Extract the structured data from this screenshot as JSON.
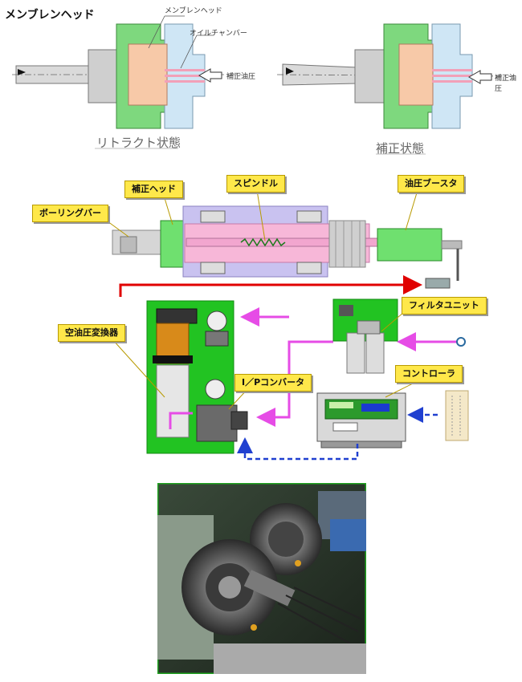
{
  "top": {
    "title": "メンブレンヘッド",
    "label_membrane": "メンブレンヘッド",
    "label_oil_chamber": "オイルチャンバー",
    "label_corr_left": "補正油圧",
    "label_corr_right": "補正油圧",
    "caption_retract": "リトラクト状態",
    "caption_correct": "補正状態"
  },
  "callouts": {
    "correction_head": "補正ヘッド",
    "spindle": "スピンドル",
    "oil_booster": "油圧ブースタ",
    "boring_bar": "ボーリングバー",
    "filter_unit": "フィルタユニット",
    "air_oil_converter": "空油圧変換器",
    "ip_converter": "I／Pコンバータ",
    "controller": "コントローラ"
  },
  "colors": {
    "green": "#22c322",
    "light_green": "#7ed87e",
    "pink_oil": "#f2b8c6",
    "salmon": "#f7c9a8",
    "light_blue": "#cfe6f5",
    "purple_flow": "#e64ce6",
    "blue_signal": "#2040d0",
    "red_line": "#e00000",
    "yellow_callout": "#ffe84a"
  }
}
